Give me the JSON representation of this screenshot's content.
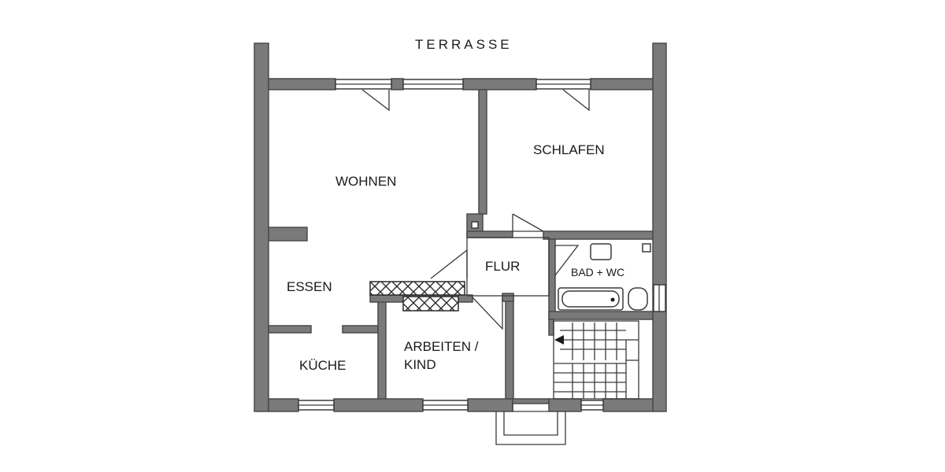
{
  "plan": {
    "labels": {
      "terrace": "TERRASSE",
      "living": "WOHNEN",
      "bedroom": "SCHLAFEN",
      "hall": "FLUR",
      "bath": "BAD + WC",
      "dining": "ESSEN",
      "kitchen": "KÜCHE",
      "study_line1": "ARBEITEN /",
      "study_line2": "KIND"
    }
  }
}
